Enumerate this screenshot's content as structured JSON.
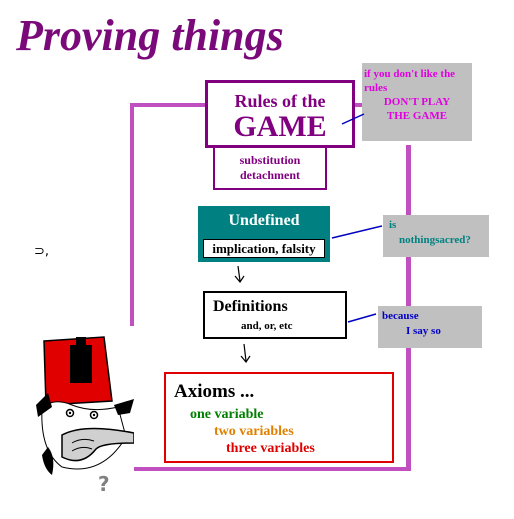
{
  "title": "Proving things",
  "rules": {
    "line1": "Rules of the",
    "line2": "GAME",
    "sub1": "substitution",
    "sub2": "detachment"
  },
  "note_rules": {
    "line1": "if you don't like the",
    "line2": "rules",
    "line3": "DON'T PLAY",
    "line4": "THE GAME"
  },
  "undefined": {
    "title": "Undefined",
    "sub": "implication, falsity"
  },
  "note_undefined": {
    "line1": "is",
    "line2": "nothingsacred?"
  },
  "definitions": {
    "title": "Definitions",
    "sub": "and, or, etc"
  },
  "note_definitions": {
    "line1": "because",
    "line2": "I say so"
  },
  "axioms": {
    "title": "Axioms ...",
    "item1": "one variable",
    "item2": "two variables",
    "item3": "three variables"
  },
  "side_symbol": "⊃,",
  "character": {
    "question": "?"
  },
  "colors": {
    "title": "#7a0a7a",
    "connector": "#c050c0",
    "teal": "#008080",
    "axioms_border": "#e00000"
  }
}
